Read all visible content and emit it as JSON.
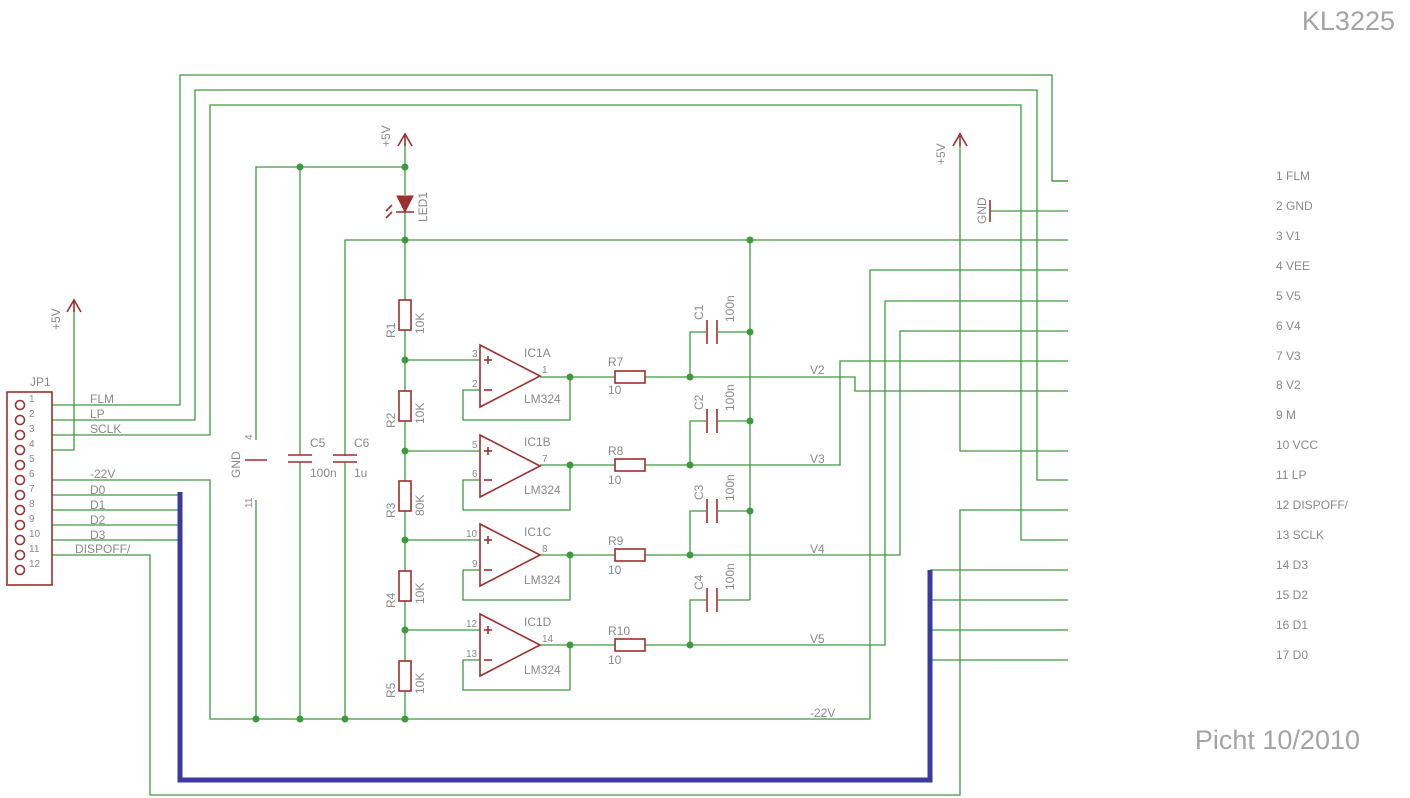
{
  "title": "KL3225",
  "footer": "Picht 10/2010",
  "connector": {
    "name": "JP1",
    "pins": [
      "1",
      "2",
      "3",
      "4",
      "5",
      "6",
      "7",
      "8",
      "9",
      "10",
      "11",
      "12"
    ],
    "signals": [
      "FLM",
      "LP",
      "SCLK",
      "-22V",
      "D0",
      "D1",
      "D2",
      "D3",
      "DISPOFF/"
    ]
  },
  "supply": {
    "vcc": "+5V",
    "gnd": "GND"
  },
  "power_caps": [
    {
      "ref": "C5",
      "value": "100n"
    },
    {
      "ref": "C6",
      "value": "1u"
    }
  ],
  "power_pins": {
    "vcc_pin": "4",
    "gnd_pin": "11"
  },
  "led": "LED1",
  "divider": [
    {
      "ref": "R1",
      "value": "10K"
    },
    {
      "ref": "R2",
      "value": "10K"
    },
    {
      "ref": "R3",
      "value": "80K"
    },
    {
      "ref": "R4",
      "value": "10K"
    },
    {
      "ref": "R5",
      "value": "10K"
    }
  ],
  "opamps": [
    {
      "ref": "IC1A",
      "part": "LM324",
      "in_plus": "3",
      "in_minus": "2",
      "out": "1"
    },
    {
      "ref": "IC1B",
      "part": "LM324",
      "in_plus": "5",
      "in_minus": "6",
      "out": "7"
    },
    {
      "ref": "IC1C",
      "part": "LM324",
      "in_plus": "10",
      "in_minus": "9",
      "out": "8"
    },
    {
      "ref": "IC1D",
      "part": "LM324",
      "in_plus": "12",
      "in_minus": "13",
      "out": "14"
    }
  ],
  "series_res": [
    {
      "ref": "R7",
      "value": "10"
    },
    {
      "ref": "R8",
      "value": "10"
    },
    {
      "ref": "R9",
      "value": "10"
    },
    {
      "ref": "R10",
      "value": "10"
    }
  ],
  "filter_caps": [
    {
      "ref": "C1",
      "value": "100n"
    },
    {
      "ref": "C2",
      "value": "100n"
    },
    {
      "ref": "C3",
      "value": "100n"
    },
    {
      "ref": "C4",
      "value": "100n"
    }
  ],
  "nets": [
    "V2",
    "V3",
    "V4",
    "V5",
    "-22V"
  ],
  "display_pins": [
    "1 FLM",
    "2 GND",
    "3 V1",
    "4 VEE",
    "5 V5",
    "6 V4",
    "7 V3",
    "8 V2",
    "9 M",
    "10 VCC",
    "11 LP",
    "12 DISPOFF/",
    "13 SCLK",
    "14 D3",
    "15 D2",
    "16 D1",
    "17 D0"
  ]
}
